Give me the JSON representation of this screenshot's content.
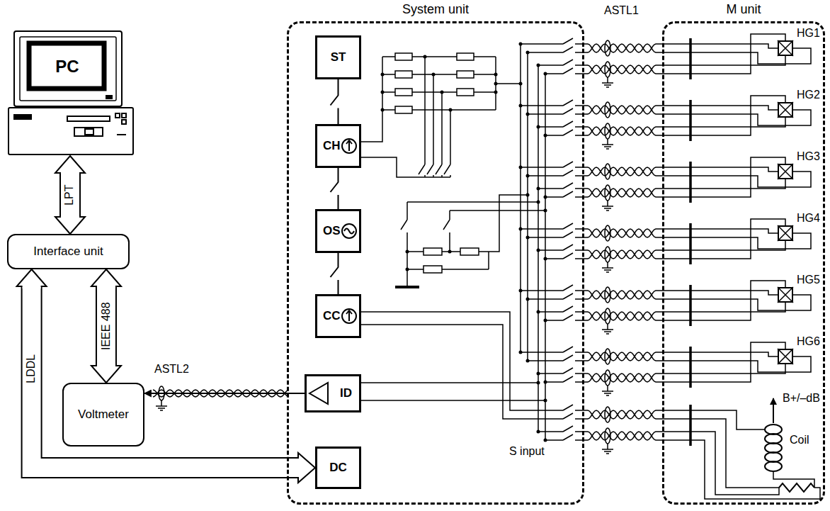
{
  "diagram": {
    "nodes": [
      {
        "text": [
          "PC"
        ]
      },
      {
        "text": [
          "Interface unit"
        ]
      },
      {
        "text": [
          "Voltmeter"
        ]
      },
      {
        "text": [
          "System unit"
        ]
      },
      {
        "text": [
          "ST"
        ],
        "in": 3
      },
      {
        "text": [
          "CH"
        ],
        "in": 3
      },
      {
        "text": [
          "OS"
        ],
        "in": 3
      },
      {
        "text": [
          "CC"
        ],
        "in": 3
      },
      {
        "text": [
          "ID"
        ],
        "in": 3
      },
      {
        "text": [
          "DC"
        ],
        "in": 3
      },
      {
        "text": [
          "M unit"
        ]
      },
      {
        "text": [
          "HG1"
        ],
        "in": 10
      },
      {
        "text": [
          "HG2"
        ],
        "in": 10
      },
      {
        "text": [
          "HG3"
        ],
        "in": 10
      },
      {
        "text": [
          "HG4"
        ],
        "in": 10
      },
      {
        "text": [
          "HG5"
        ],
        "in": 10
      },
      {
        "text": [
          "HG6"
        ],
        "in": 10
      }
    ],
    "edges": [
      {
        "from": 0,
        "to": 1,
        "arrow": "both",
        "label": "LPT"
      },
      {
        "from": 1,
        "to": 2,
        "arrow": "both",
        "label": "IEEE 488"
      },
      {
        "from": 1,
        "to": 9,
        "arrow": "both",
        "label": "LDDL"
      },
      {
        "from": 8,
        "to": 2,
        "arrow": "to",
        "label": "ASTL2"
      },
      {
        "from": 4,
        "to": 5,
        "arrow": "none"
      },
      {
        "from": 5,
        "to": 6,
        "arrow": "none"
      },
      {
        "from": 6,
        "to": 7,
        "arrow": "none"
      }
    ],
    "labels": [
      "ASTL1",
      "S input",
      "B+/–dB",
      "Coil"
    ]
  }
}
